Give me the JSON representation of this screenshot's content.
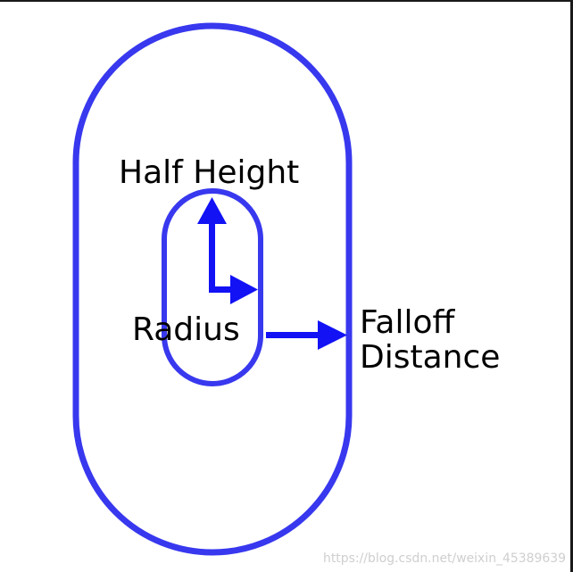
{
  "labels": {
    "half_height": "Half Height",
    "radius": "Radius",
    "falloff_line1": "Falloff",
    "falloff_line2": "Distance"
  },
  "watermark": "https://blog.csdn.net/weixin_45389639",
  "colors": {
    "capsule": "#3838ef",
    "arrow": "#1212f5",
    "text": "#000000",
    "background": "#ffffff"
  }
}
